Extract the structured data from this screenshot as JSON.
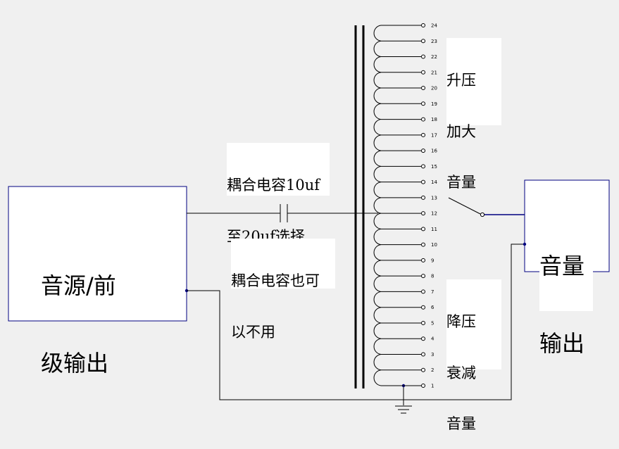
{
  "diagram": {
    "source_box": {
      "line1": "音源/前",
      "line2": "级输出"
    },
    "output_box": {
      "line1": "音量",
      "line2": "输出"
    },
    "cap_note_top": {
      "line1": "耦合电容10uf",
      "line2": "至20uf选择"
    },
    "cap_note_bottom": {
      "line1": "耦合电容也可",
      "line2": "以不用"
    },
    "boost_note": {
      "line1": "升压",
      "line2": "加大",
      "line3": "音量"
    },
    "cut_note": {
      "line1": "降压",
      "line2": "衰减",
      "line3": "音量"
    },
    "taps": [
      "1",
      "2",
      "3",
      "4",
      "5",
      "6",
      "7",
      "8",
      "9",
      "10",
      "11",
      "12",
      "13",
      "14",
      "15",
      "16",
      "17",
      "18",
      "19",
      "20",
      "21",
      "22",
      "23",
      "24"
    ],
    "selected_tap": "13",
    "colors": {
      "wire": "#000000",
      "box": "#000080",
      "node": "#000080",
      "background": "#f0f0f0"
    }
  }
}
